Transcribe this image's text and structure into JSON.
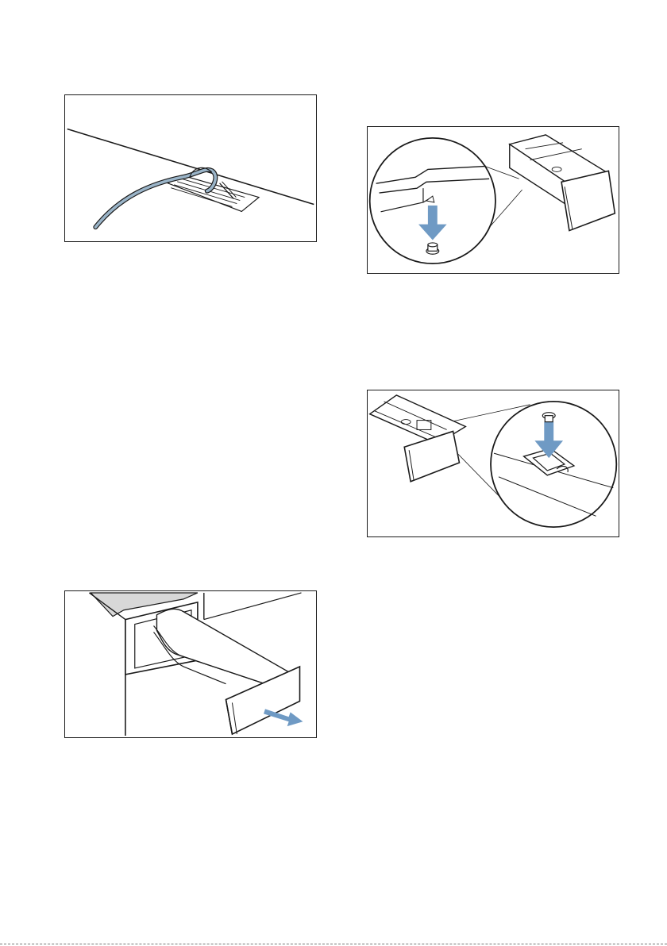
{
  "colors": {
    "line": "#1a1a1a",
    "arrow": "#6f9ac4",
    "hose": "#9ab4c8",
    "drawer_top": "#d8d8d8",
    "paper": "#ffffff"
  },
  "figures": [
    {
      "id": "fig-hose",
      "depicts": "hose-fixed-with-clip"
    },
    {
      "id": "fig-insert-remove",
      "depicts": "detergent-insert-removal-detail"
    },
    {
      "id": "fig-insert-attach",
      "depicts": "detergent-insert-reattach-detail"
    },
    {
      "id": "fig-drawer",
      "depicts": "detergent-drawer-pull-out"
    }
  ]
}
